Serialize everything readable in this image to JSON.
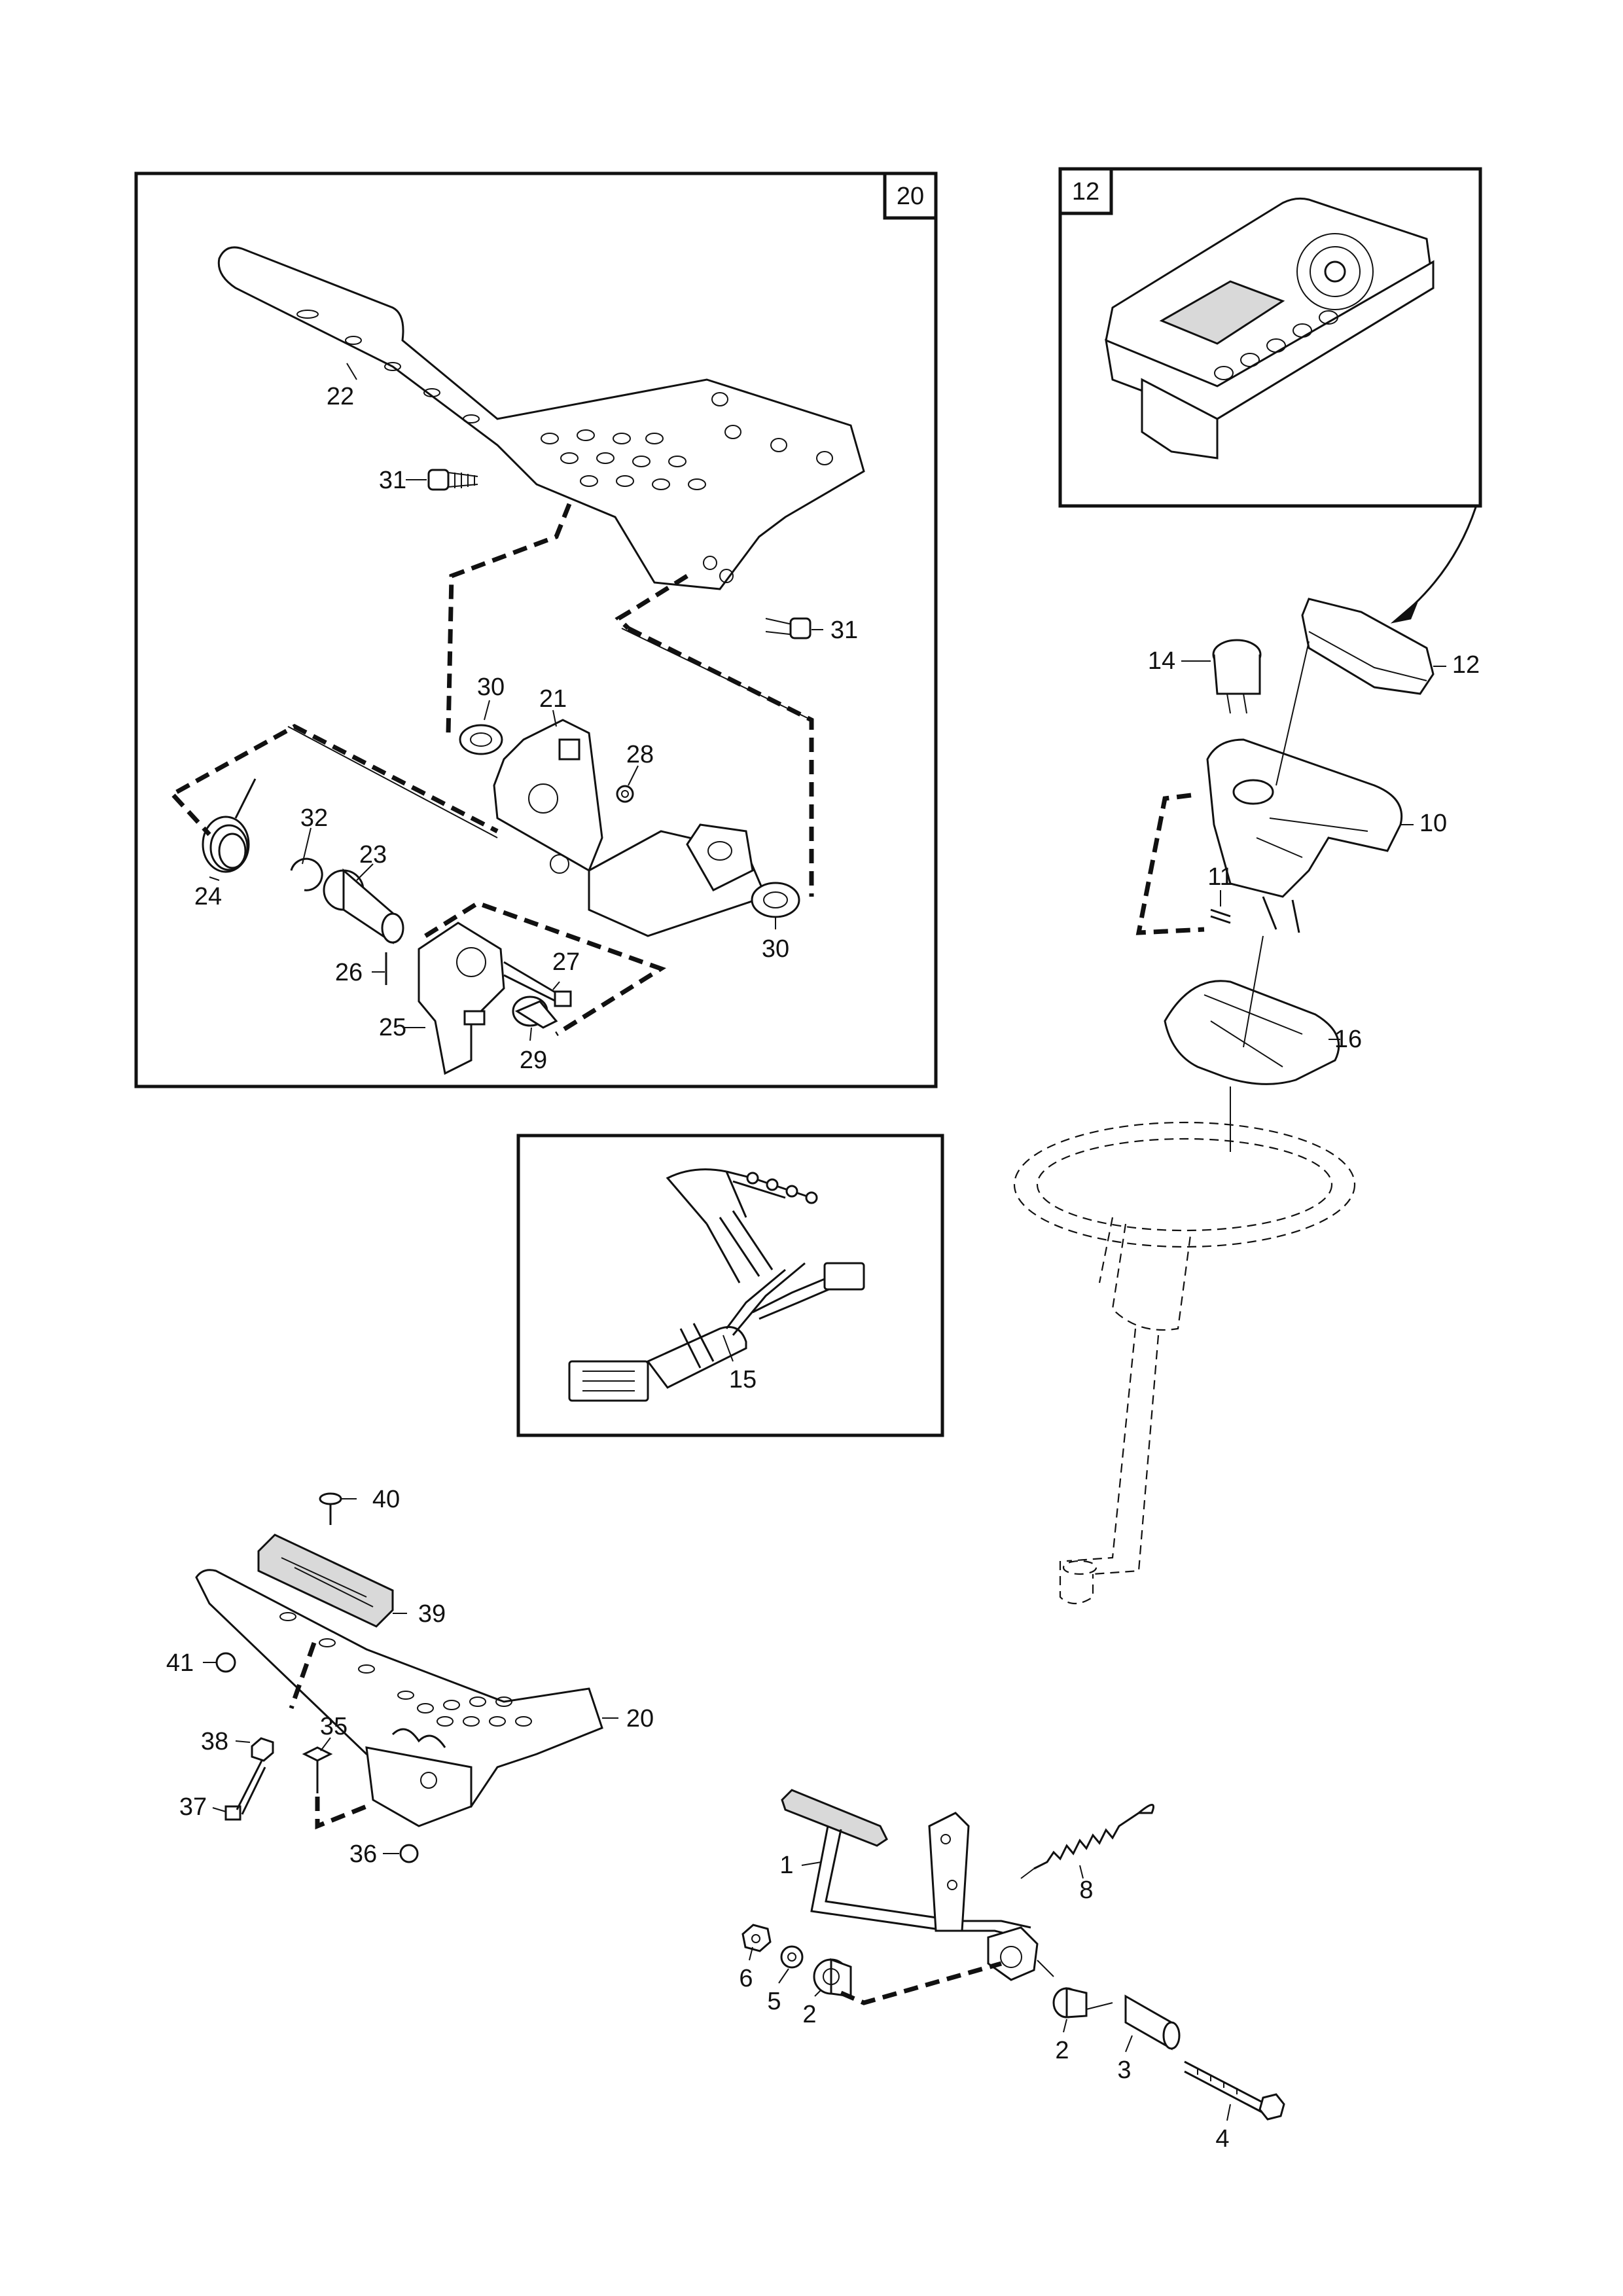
{
  "insets": {
    "pedal_assembly_ref": "20",
    "display_unit_ref": "12"
  },
  "callouts": [
    {
      "id": "c22",
      "text": "22"
    },
    {
      "id": "c31a",
      "text": "31"
    },
    {
      "id": "c31b",
      "text": "31"
    },
    {
      "id": "c30a",
      "text": "30"
    },
    {
      "id": "c21",
      "text": "21"
    },
    {
      "id": "c28",
      "text": "28"
    },
    {
      "id": "c32",
      "text": "32"
    },
    {
      "id": "c23",
      "text": "23"
    },
    {
      "id": "c24",
      "text": "24"
    },
    {
      "id": "c26",
      "text": "26"
    },
    {
      "id": "c27",
      "text": "27"
    },
    {
      "id": "c25",
      "text": "25"
    },
    {
      "id": "c29",
      "text": "29"
    },
    {
      "id": "c30b",
      "text": "30"
    },
    {
      "id": "c14",
      "text": "14"
    },
    {
      "id": "c12",
      "text": "12"
    },
    {
      "id": "c10",
      "text": "10"
    },
    {
      "id": "c11",
      "text": "11"
    },
    {
      "id": "c16",
      "text": "16"
    },
    {
      "id": "c15",
      "text": "15"
    },
    {
      "id": "c40",
      "text": "40"
    },
    {
      "id": "c39",
      "text": "39"
    },
    {
      "id": "c41",
      "text": "41"
    },
    {
      "id": "c35",
      "text": "35"
    },
    {
      "id": "c20",
      "text": "20"
    },
    {
      "id": "c38",
      "text": "38"
    },
    {
      "id": "c37",
      "text": "37"
    },
    {
      "id": "c36",
      "text": "36"
    },
    {
      "id": "c1",
      "text": "1"
    },
    {
      "id": "c8",
      "text": "8"
    },
    {
      "id": "c6",
      "text": "6"
    },
    {
      "id": "c5",
      "text": "5"
    },
    {
      "id": "c2a",
      "text": "2"
    },
    {
      "id": "c2b",
      "text": "2"
    },
    {
      "id": "c3",
      "text": "3"
    },
    {
      "id": "c4",
      "text": "4"
    }
  ]
}
